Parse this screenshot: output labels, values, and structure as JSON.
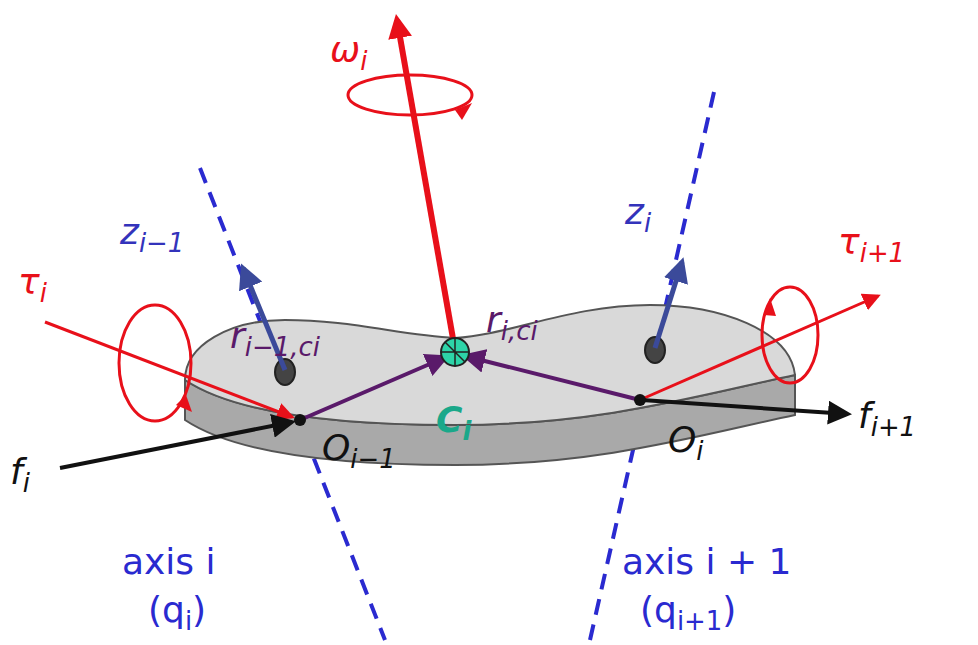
{
  "diagram": {
    "labels": [
      "ω",
      "i",
      "z",
      "i−1",
      "z",
      "i",
      "τ",
      "i",
      "τ",
      "i+1",
      "r",
      "i−1,ci",
      "r",
      "i,ci",
      "O",
      "i−1",
      "C",
      "i",
      "O",
      "i",
      "f",
      "i",
      "f",
      "i+1",
      "axis i",
      "(q",
      "i",
      ")",
      "axis i + 1",
      "(q",
      "i+1",
      ")"
    ]
  }
}
